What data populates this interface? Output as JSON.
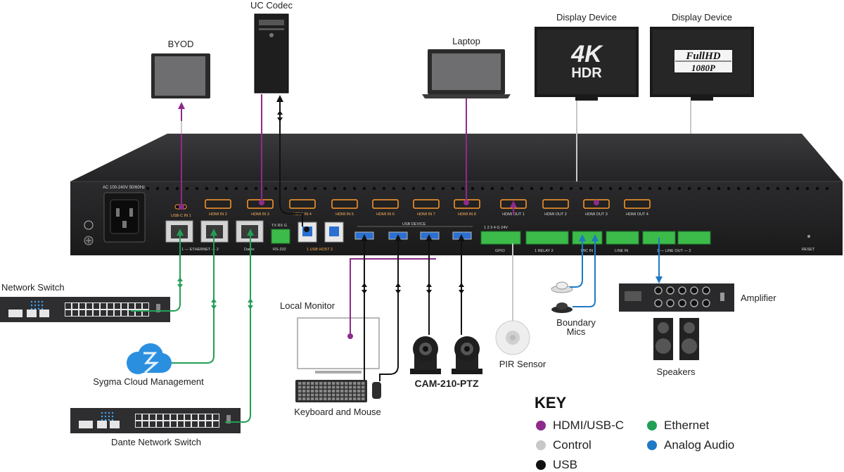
{
  "devices": {
    "uc_codec": "UC Codec",
    "byod": "BYOD",
    "laptop": "Laptop",
    "display_1": "Display Device",
    "display_2": "Display Device",
    "display_1_badge_top": "4K",
    "display_1_badge_bottom": "HDR",
    "display_2_badge_top": "FullHD",
    "display_2_badge_bottom": "1080P",
    "network_switch": "Network Switch",
    "cloud": "Sygma Cloud Management",
    "dante_switch": "Dante Network Switch",
    "local_monitor": "Local Monitor",
    "keyboard_mouse": "Keyboard and Mouse",
    "camera": "CAM-210-PTZ",
    "pir": "PIR Sensor",
    "boundary_mics": "Boundary\nMics",
    "amplifier": "Amplifier",
    "speakers": "Speakers"
  },
  "panel": {
    "power_label": "AC 100-240V 50/60Hz",
    "usbc": "USB-C IN 1",
    "hdmi_in": [
      "HDMI IN 2",
      "HDMI IN 3",
      "HDMI IN 4",
      "HDMI IN 5",
      "HDMI IN 6",
      "HDMI IN 7",
      "HDMI IN 8"
    ],
    "hdmi_out": [
      "HDMI OUT 1",
      "HDMI OUT 2",
      "HDMI OUT 3",
      "HDMI OUT 4"
    ],
    "ethernet": "1 — ETHERNET — 2",
    "dante": "Dante",
    "rs232": "RS-232",
    "rs232_pins": "TX RX G",
    "usb_host": "1  USB HOST  2",
    "usb_device": "USB DEVICE",
    "gpio": "GPIO",
    "gpio_pins": "1 2 3 4 G 24V",
    "relay": "1  RELAY  2",
    "mic_in": "MIC IN",
    "line_in": "LINE IN",
    "line_out": "1 — LINE OUT — 2",
    "reset": "RESET"
  },
  "key": {
    "title": "KEY",
    "items": [
      {
        "label": "HDMI/USB-C",
        "color": "#8e2a8c"
      },
      {
        "label": "Ethernet",
        "color": "#21a055"
      },
      {
        "label": "Control",
        "color": "#c8c8c8"
      },
      {
        "label": "Analog Audio",
        "color": "#1f7ac4"
      },
      {
        "label": "USB",
        "color": "#111111"
      }
    ]
  },
  "colors": {
    "hdmi": "#8e2a8c",
    "ethernet": "#21a055",
    "control": "#c8c8c8",
    "audio": "#1f7ac4",
    "usb": "#111111",
    "port_orange": "#ff9a2a",
    "terminal_green": "#3dbb4a",
    "usb_blue": "#2b6fd1"
  }
}
